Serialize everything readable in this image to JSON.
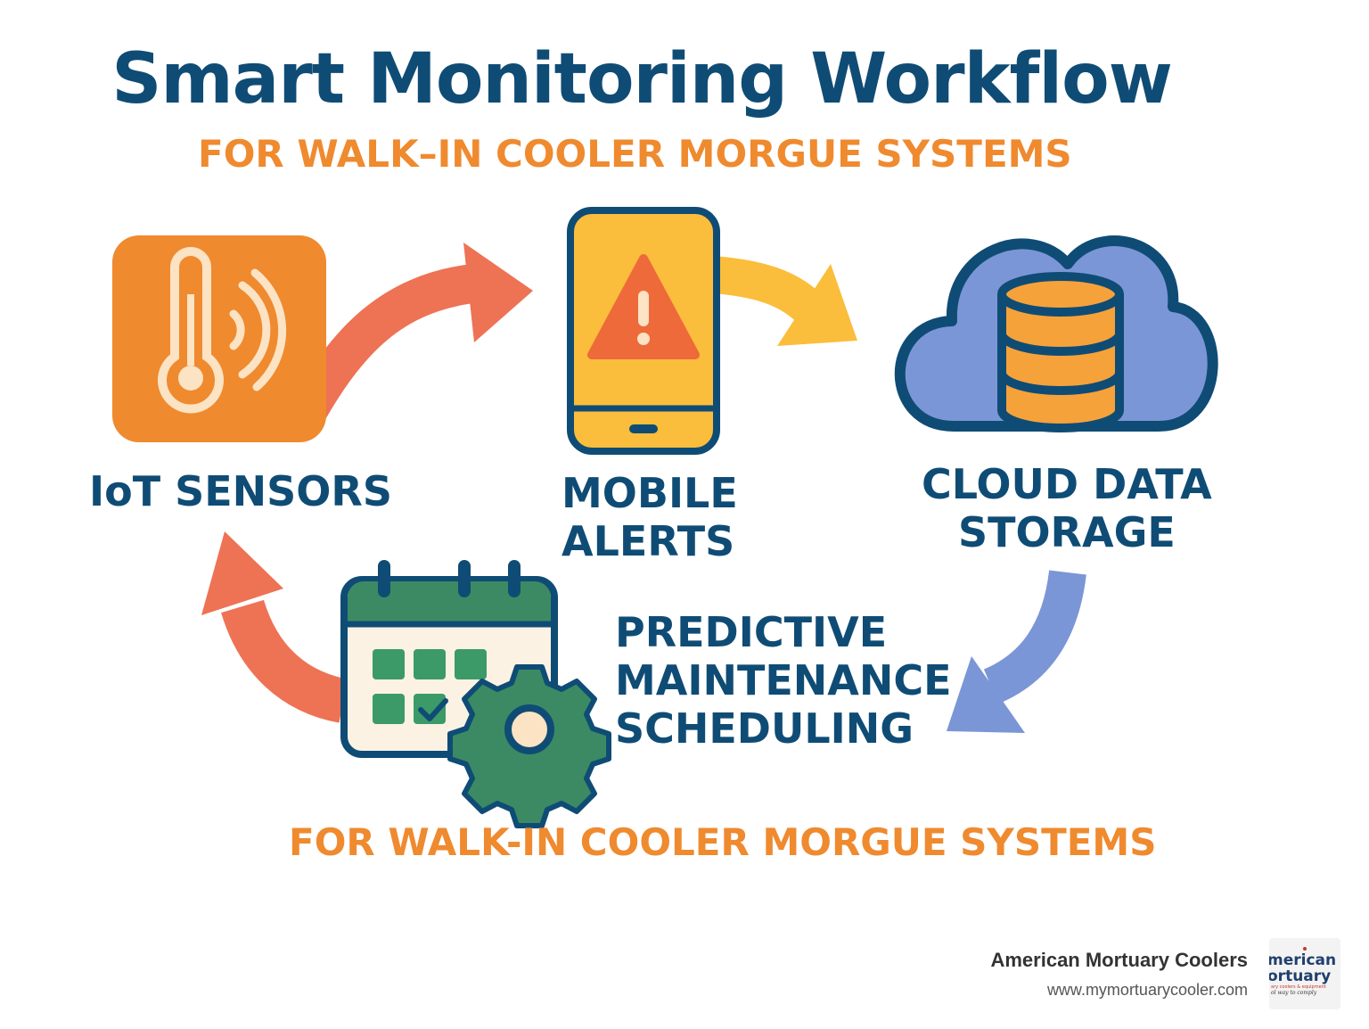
{
  "header": {
    "title": "Smart Monitoring Workflow",
    "subtitle_top": "FOR WALK–IN COOLER MORGUE SYSTEMS",
    "subtitle_bottom": "FOR WALK-IN COOLER MORGUE SYSTEMS"
  },
  "nodes": [
    {
      "id": "iot",
      "lines": [
        "IoT SENSORS"
      ],
      "icon": "thermometer-signal-icon"
    },
    {
      "id": "mobile",
      "lines": [
        "MOBILE",
        "ALERTS"
      ],
      "icon": "phone-alert-icon"
    },
    {
      "id": "cloud",
      "lines": [
        "CLOUD DATA",
        "STORAGE"
      ],
      "icon": "cloud-database-icon"
    },
    {
      "id": "predictive",
      "lines": [
        "PREDICTIVE",
        "MAINTENANCE",
        "SCHEDULING"
      ],
      "icon": "calendar-gear-icon"
    }
  ],
  "colors": {
    "navy": "#0f4c75",
    "orange": "#ef8a2f",
    "coral": "#ee7254",
    "yellow": "#fbbd3c",
    "periwinkle": "#7b96d6",
    "green": "#3c8a63",
    "cream": "#fbe3c3"
  },
  "footer": {
    "company": "American Mortuary Coolers",
    "url": "www.mymortuarycooler.com",
    "logo_lines": [
      "merican",
      "ortuary",
      "ary coolers & equipment",
      "ol way to comply"
    ]
  }
}
